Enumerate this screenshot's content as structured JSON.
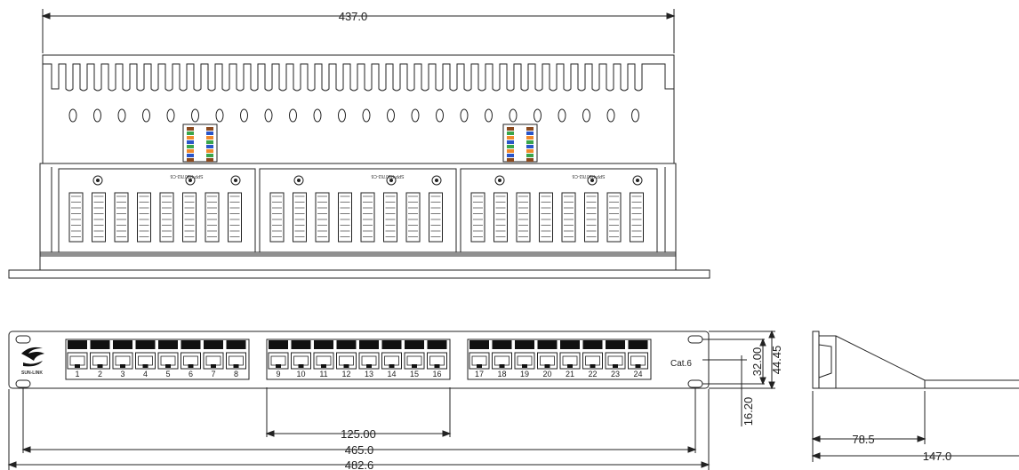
{
  "dimensions": {
    "top_width": "437.0",
    "port_group_span": "125.00",
    "mount_hole_span": "465.0",
    "overall_width": "482.6",
    "hole_pitch": "32.00",
    "panel_height": "44.45",
    "hole_offset": "16.20",
    "side_depth_short": "78.5",
    "side_depth_long": "147.0"
  },
  "panel": {
    "category_label": "Cat.6",
    "brand_text": "SUN-LINK",
    "port_numbers": [
      "1",
      "2",
      "3",
      "4",
      "5",
      "6",
      "7",
      "8",
      "9",
      "10",
      "11",
      "12",
      "13",
      "14",
      "15",
      "16",
      "17",
      "18",
      "19",
      "20",
      "21",
      "22",
      "23",
      "24"
    ]
  },
  "pcb": {
    "module_label": "SPP-P00763-C6"
  },
  "colors": {
    "line": "#222222",
    "port_black": "#111111",
    "wire_green": "#3aa54a",
    "wire_orange": "#f08a2c",
    "wire_blue": "#2a55c8",
    "wire_brown": "#8b4a1f"
  }
}
